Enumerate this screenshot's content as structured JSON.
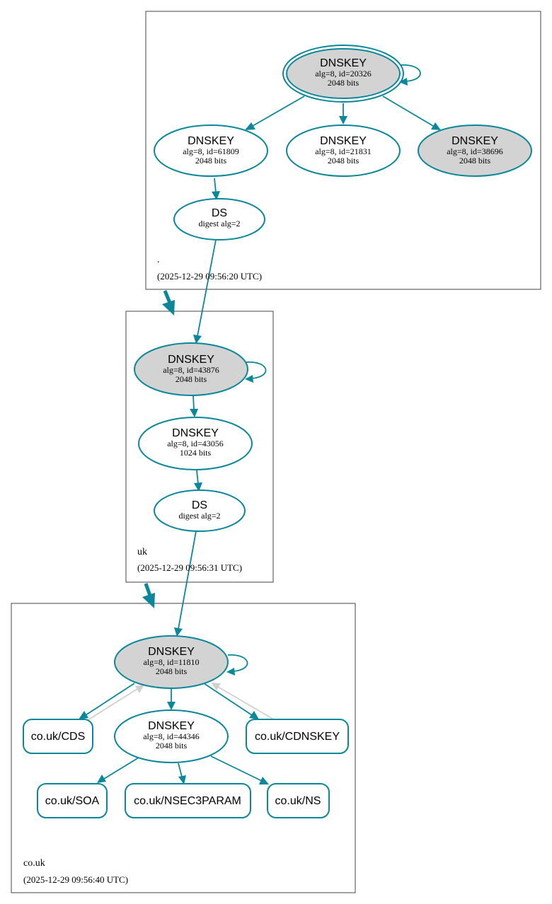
{
  "zones": {
    "root": {
      "name": ".",
      "timestamp": "(2025-12-29 09:56:20 UTC)"
    },
    "uk": {
      "name": "uk",
      "timestamp": "(2025-12-29 09:56:31 UTC)"
    },
    "couk": {
      "name": "co.uk",
      "timestamp": "(2025-12-29 09:56:40 UTC)"
    }
  },
  "nodes": {
    "root_ksk": {
      "title": "DNSKEY",
      "line1": "alg=8, id=20326",
      "line2": "2048 bits"
    },
    "root_zsk1": {
      "title": "DNSKEY",
      "line1": "alg=8, id=61809",
      "line2": "2048 bits"
    },
    "root_zsk2": {
      "title": "DNSKEY",
      "line1": "alg=8, id=21831",
      "line2": "2048 bits"
    },
    "root_zsk3": {
      "title": "DNSKEY",
      "line1": "alg=8, id=38696",
      "line2": "2048 bits"
    },
    "root_ds": {
      "title": "DS",
      "line1": "digest alg=2"
    },
    "uk_ksk": {
      "title": "DNSKEY",
      "line1": "alg=8, id=43876",
      "line2": "2048 bits"
    },
    "uk_zsk": {
      "title": "DNSKEY",
      "line1": "alg=8, id=43056",
      "line2": "1024 bits"
    },
    "uk_ds": {
      "title": "DS",
      "line1": "digest alg=2"
    },
    "couk_ksk": {
      "title": "DNSKEY",
      "line1": "alg=8, id=11810",
      "line2": "2048 bits"
    },
    "couk_zsk": {
      "title": "DNSKEY",
      "line1": "alg=8, id=44346",
      "line2": "2048 bits"
    }
  },
  "records": {
    "cds": "co.uk/CDS",
    "cdnskey": "co.uk/CDNSKEY",
    "soa": "co.uk/SOA",
    "nsec3param": "co.uk/NSEC3PARAM",
    "ns": "co.uk/NS"
  },
  "colors": {
    "edge": "#0a879a",
    "edge_muted": "#d0d0d0",
    "node_filled": "#d3d3d3",
    "node_empty": "#ffffff"
  }
}
